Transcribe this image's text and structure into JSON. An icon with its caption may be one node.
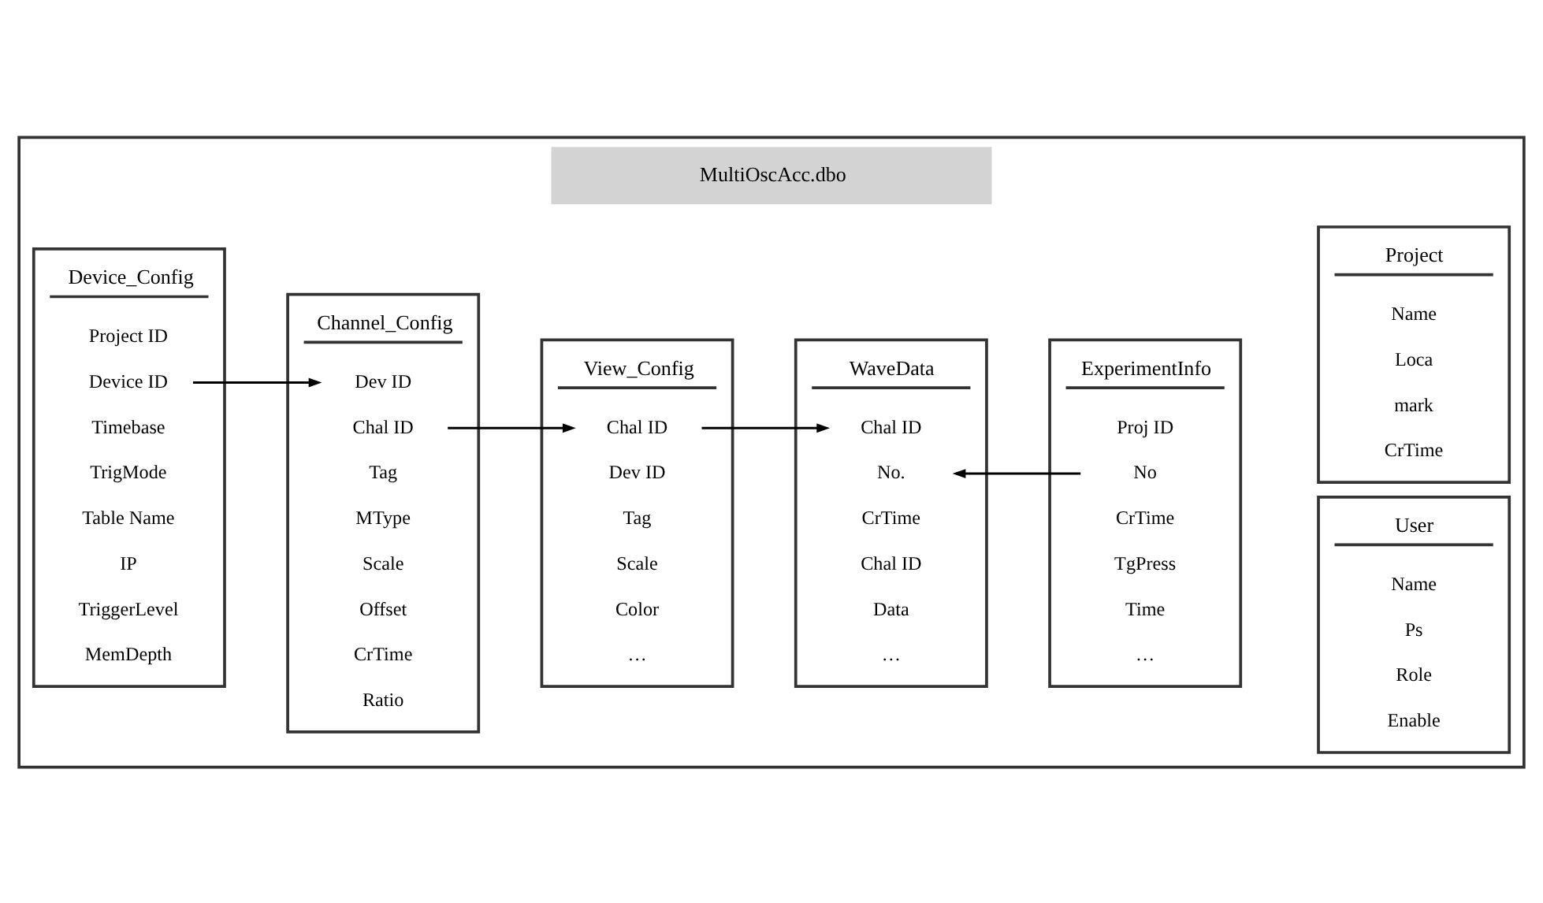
{
  "diagram": {
    "nodes": [
      {
        "text": [
          "MultiOscAcc.dbo"
        ]
      },
      {
        "text": [
          "Device_Config"
        ],
        "in": 0
      },
      {
        "text": [
          "Project ID"
        ],
        "in": 1
      },
      {
        "text": [
          "Device ID"
        ],
        "in": 1
      },
      {
        "text": [
          "Timebase"
        ],
        "in": 1
      },
      {
        "text": [
          "TrigMode"
        ],
        "in": 1
      },
      {
        "text": [
          "Table Name"
        ],
        "in": 1
      },
      {
        "text": [
          "IP"
        ],
        "in": 1
      },
      {
        "text": [
          "TriggerLevel"
        ],
        "in": 1
      },
      {
        "text": [
          "MemDepth"
        ],
        "in": 1
      },
      {
        "text": [
          "Channel_Config"
        ],
        "in": 0
      },
      {
        "text": [
          "Dev ID"
        ],
        "in": 10
      },
      {
        "text": [
          "Chal ID"
        ],
        "in": 10
      },
      {
        "text": [
          "Tag"
        ],
        "in": 10
      },
      {
        "text": [
          "MType"
        ],
        "in": 10
      },
      {
        "text": [
          "Scale"
        ],
        "in": 10
      },
      {
        "text": [
          "Offset"
        ],
        "in": 10
      },
      {
        "text": [
          "CrTime"
        ],
        "in": 10
      },
      {
        "text": [
          "Ratio"
        ],
        "in": 10
      },
      {
        "text": [
          "View_Config"
        ],
        "in": 0
      },
      {
        "text": [
          "Chal ID"
        ],
        "in": 19
      },
      {
        "text": [
          "Dev ID"
        ],
        "in": 19
      },
      {
        "text": [
          "Tag"
        ],
        "in": 19
      },
      {
        "text": [
          "Scale"
        ],
        "in": 19
      },
      {
        "text": [
          "Color"
        ],
        "in": 19
      },
      {
        "text": [
          "…"
        ],
        "in": 19
      },
      {
        "text": [
          "WaveData"
        ],
        "in": 0
      },
      {
        "text": [
          "Chal ID"
        ],
        "in": 26
      },
      {
        "text": [
          "No."
        ],
        "in": 26
      },
      {
        "text": [
          "CrTime"
        ],
        "in": 26
      },
      {
        "text": [
          "Chal ID"
        ],
        "in": 26
      },
      {
        "text": [
          "Data"
        ],
        "in": 26
      },
      {
        "text": [
          "…"
        ],
        "in": 26
      },
      {
        "text": [
          "ExperimentInfo"
        ],
        "in": 0
      },
      {
        "text": [
          "Proj ID"
        ],
        "in": 33
      },
      {
        "text": [
          "No"
        ],
        "in": 33
      },
      {
        "text": [
          "CrTime"
        ],
        "in": 33
      },
      {
        "text": [
          "TgPress"
        ],
        "in": 33
      },
      {
        "text": [
          "Time"
        ],
        "in": 33
      },
      {
        "text": [
          "…"
        ],
        "in": 33
      },
      {
        "text": [
          "User"
        ],
        "in": 0
      },
      {
        "text": [
          "Name"
        ],
        "in": 40
      },
      {
        "text": [
          "Ps"
        ],
        "in": 40
      },
      {
        "text": [
          "Role"
        ],
        "in": 40
      },
      {
        "text": [
          "Enable"
        ],
        "in": 40
      },
      {
        "text": [
          "Project"
        ],
        "in": 0
      },
      {
        "text": [
          "Name"
        ],
        "in": 45
      },
      {
        "text": [
          "Loca"
        ],
        "in": 45
      },
      {
        "text": [
          "mark"
        ],
        "in": 45
      },
      {
        "text": [
          "CrTime"
        ],
        "in": 45
      }
    ],
    "edges": [
      {
        "from": 3,
        "to": 11,
        "arrow": "to"
      },
      {
        "from": 12,
        "to": 20,
        "arrow": "to"
      },
      {
        "from": 20,
        "to": 27,
        "arrow": "to"
      },
      {
        "from": 35,
        "to": 28,
        "arrow": "to"
      }
    ]
  }
}
